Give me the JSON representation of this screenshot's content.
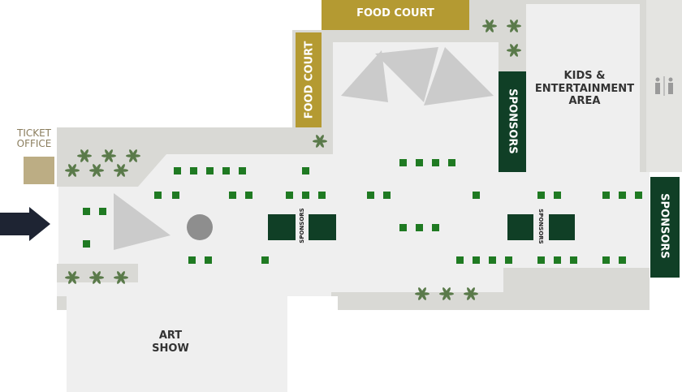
{
  "colors": {
    "outer_stone": "#d9d9d5",
    "floor": "#efefef",
    "food_gold": "#b49a32",
    "sponsor_green": "#103f26",
    "booth_green": "#1f7a22",
    "tent_grey": "#cbcbcb",
    "fountain_grey": "#8e8e8e",
    "ticket_tan": "#bcad84",
    "arrow_navy": "#1e2433",
    "text_dark": "#333333",
    "text_light": "#ffffff",
    "ticket_text": "#8a7d5d"
  },
  "areas": {
    "food_court_top": "FOOD COURT",
    "food_court_side": "FOOD COURT",
    "sponsors_top": "SPONSORS",
    "sponsors_right": "SPONSORS",
    "sponsors_small_1": "SPONSORS",
    "sponsors_small_2": "SPONSORS",
    "kids_line1": "KIDS &",
    "kids_line2": "ENTERTAINMENT",
    "kids_line3": "AREA",
    "art_line1": "ART",
    "art_line2": "SHOW",
    "ticket_line1": "TICKET",
    "ticket_line2": "OFFICE"
  },
  "icons": {
    "entrance": "entrance-arrow-icon",
    "restrooms": "restroom-icon",
    "trees": "palm-tree-icon",
    "tent": "tent-canopy-icon",
    "fountain": "fountain-icon",
    "booth": "vendor-booth-icon"
  }
}
